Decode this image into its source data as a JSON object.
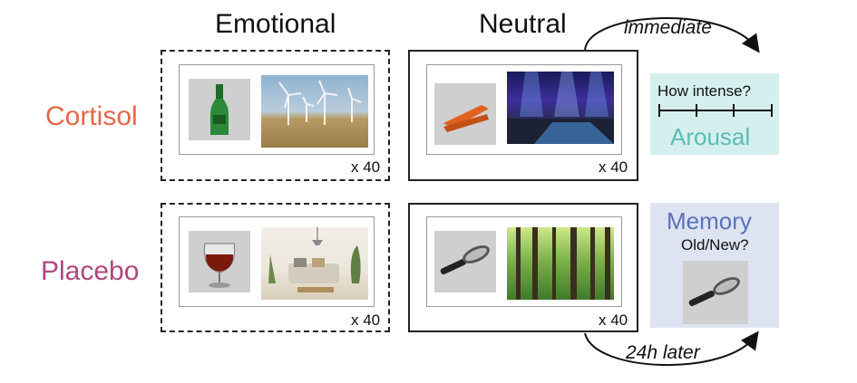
{
  "columns": {
    "emotional": "Emotional",
    "neutral": "Neutral"
  },
  "rows": {
    "cortisol": "Cortisol",
    "placebo": "Placebo"
  },
  "timing": {
    "immediate": "immediate",
    "later": "24h later"
  },
  "counts": {
    "a": "x 40",
    "b": "x 40",
    "c": "x 40",
    "d": "x 40"
  },
  "arousal_panel": {
    "question": "How intense?",
    "label": "Arousal"
  },
  "memory_panel": {
    "label": "Memory",
    "question": "Old/New?"
  },
  "icons": {
    "cortisol_emotional": [
      "beer-bottle-icon",
      "wind-farm-scene"
    ],
    "cortisol_neutral": [
      "stapler-icon",
      "concert-stage-scene"
    ],
    "placebo_emotional": [
      "wine-glass-icon",
      "living-room-scene"
    ],
    "placebo_neutral": [
      "hairbrush-icon",
      "forest-scene"
    ],
    "memory": [
      "hairbrush-icon"
    ]
  },
  "colors": {
    "cortisol": "#e0694a",
    "placebo": "#b0477e",
    "arousal_bg": "#d5efee",
    "arousal_text": "#5cbcb3",
    "memory_bg": "#dde3f1",
    "memory_text": "#5a72b8"
  }
}
